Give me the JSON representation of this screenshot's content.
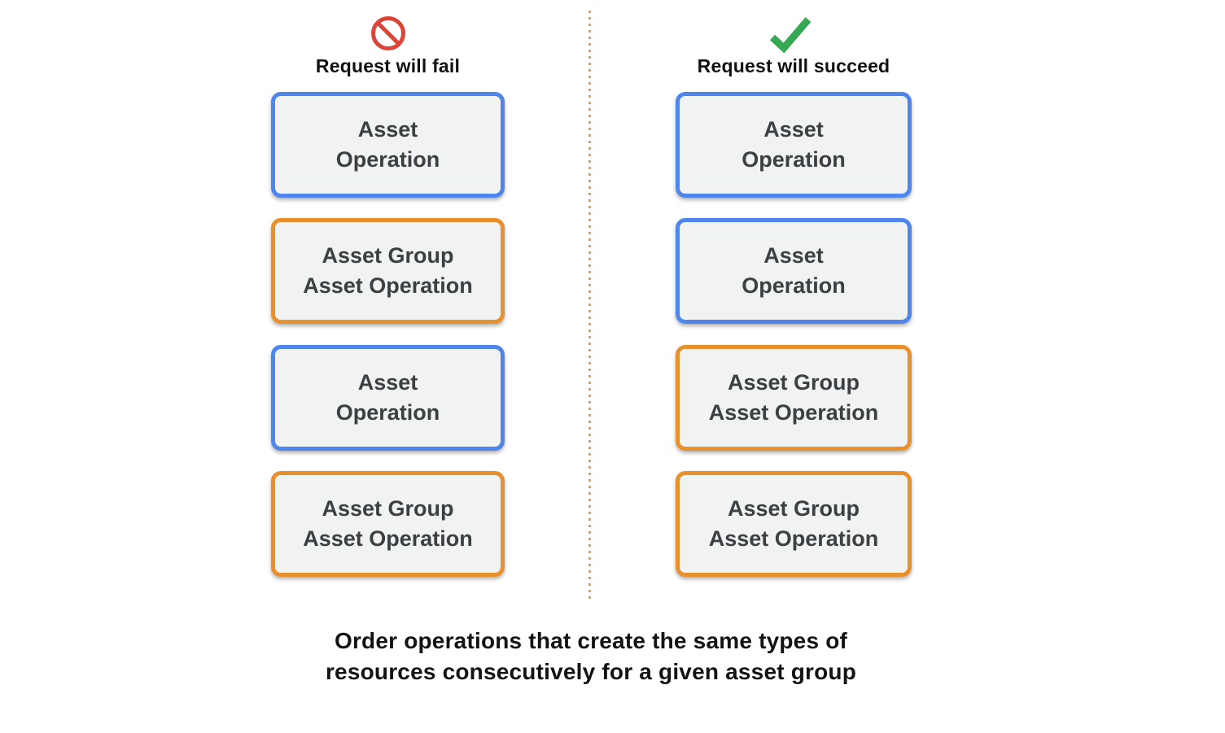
{
  "title": "Asset operation ordering diagram",
  "colors": {
    "background": "#FFFFFF",
    "blue": "#4E86EC",
    "orange": "#E8912C",
    "red": "#DB4437",
    "green": "#34A853",
    "box_fill": "#F1F2F2",
    "box_text": "#3C4043",
    "divider": "#EB9B40",
    "heading_text": "#111111",
    "caption_text": "#131313"
  },
  "columns": [
    {
      "id": "fail",
      "icon": "no-entry-icon",
      "heading": "Request will fail",
      "boxes": [
        {
          "line1": "Asset",
          "line2": "Operation",
          "style": "blue"
        },
        {
          "line1": "Asset Group",
          "line2": "Asset Operation",
          "style": "orange"
        },
        {
          "line1": "Asset",
          "line2": "Operation",
          "style": "blue"
        },
        {
          "line1": "Asset Group",
          "line2": "Asset Operation",
          "style": "orange"
        }
      ]
    },
    {
      "id": "succeed",
      "icon": "checkmark-icon",
      "heading": "Request will succeed",
      "boxes": [
        {
          "line1": "Asset",
          "line2": "Operation",
          "style": "blue"
        },
        {
          "line1": "Asset",
          "line2": "Operation",
          "style": "blue"
        },
        {
          "line1": "Asset Group",
          "line2": "Asset Operation",
          "style": "orange"
        },
        {
          "line1": "Asset Group",
          "line2": "Asset Operation",
          "style": "orange"
        }
      ]
    }
  ],
  "caption": {
    "line1": "Order operations that create the same types of",
    "line2": "resources consecutively for a given asset group"
  }
}
